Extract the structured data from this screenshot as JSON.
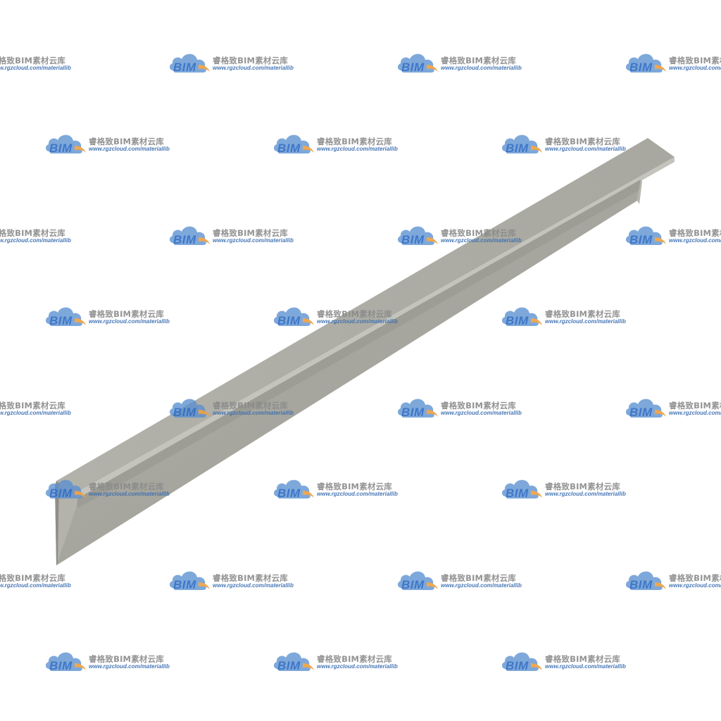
{
  "scene": {
    "subject": "t-section-steel-beam",
    "colors": {
      "background": "#ffffff",
      "beam_top": "#adada4",
      "beam_flange_edge": "#c9c9c2",
      "beam_web_face": "#a7a79f",
      "beam_web_shadow": "#98988f",
      "beam_web_dark": "#8e8e86",
      "beam_end": "#b9b9b2"
    }
  },
  "watermark": {
    "brand": "BIM",
    "name_text": "睿格致BIM素材云库",
    "url_text": "www.rgzcloud.com/materiallib",
    "cloud_color": "#5b8fd0",
    "accent_color": "#f0a040",
    "icon": "cloud-icon"
  }
}
